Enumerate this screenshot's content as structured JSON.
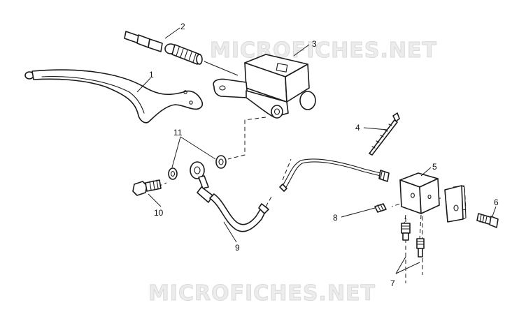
{
  "watermark": {
    "text": "MICROFICHES.NET",
    "color": "#e8e8e8"
  },
  "callouts": [
    {
      "id": "1",
      "text": "1"
    },
    {
      "id": "2",
      "text": "2"
    },
    {
      "id": "3",
      "text": "3"
    },
    {
      "id": "4",
      "text": "4"
    },
    {
      "id": "5",
      "text": "5"
    },
    {
      "id": "6",
      "text": "6"
    },
    {
      "id": "7",
      "text": "7"
    },
    {
      "id": "8",
      "text": "8"
    },
    {
      "id": "9",
      "text": "9"
    },
    {
      "id": "10",
      "text": "10"
    },
    {
      "id": "11",
      "text": "11"
    }
  ],
  "colors": {
    "line": "#1a1a1a",
    "background": "#ffffff"
  }
}
